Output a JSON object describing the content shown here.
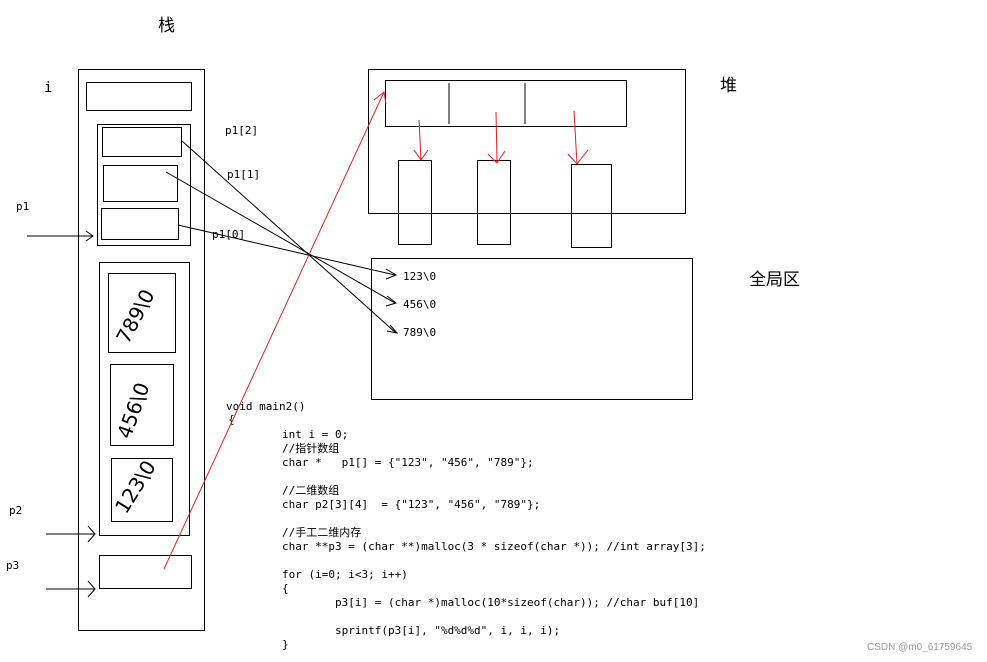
{
  "labels": {
    "stack": "栈",
    "heap": "堆",
    "global": "全局区",
    "stack_mark": "i",
    "p1": "p1",
    "p2": "p2",
    "p3": "p3",
    "p1_2": "p1[2]",
    "p1_1": "p1[1]",
    "p1_0": "p1[0]"
  },
  "globals": [
    "123\\0",
    "456\\0",
    "789\\0"
  ],
  "handwritten": [
    "789\\0",
    "456\\0",
    "123\\0"
  ],
  "code": {
    "signature": "void main2()",
    "open_brace": "{",
    "lines": [
      "int i = 0;",
      "//指针数组",
      "char *   p1[] = {\"123\", \"456\", \"789\"};",
      "",
      "//二维数组",
      "char p2[3][4]  = {\"123\", \"456\", \"789\"};",
      "",
      "//手工二维内存",
      "char **p3 = (char **)malloc(3 * sizeof(char *)); //int array[3];",
      "",
      "for (i=0; i<3; i++)",
      "{",
      "        p3[i] = (char *)malloc(10*sizeof(char)); //char buf[10]",
      "",
      "        sprintf(p3[i], \"%d%d%d\", i, i, i);",
      "}"
    ]
  },
  "watermark": "CSDN @m0_61759645",
  "colors": {
    "ink": "#000000",
    "pointer_red": "#e02020",
    "watermark": "#9a9a9a"
  }
}
